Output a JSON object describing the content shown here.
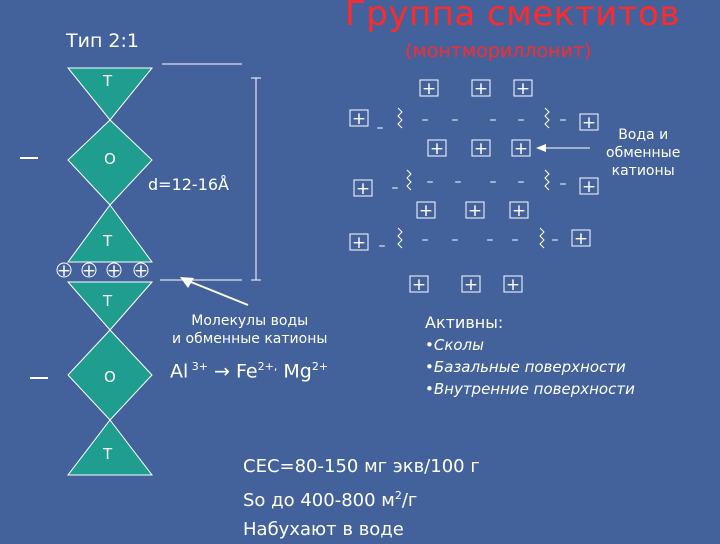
{
  "title": "Группа смектитов",
  "subtitle": "(монтмориллонит)",
  "type_label": "Тип 2:1",
  "layers": {
    "t1": "Т",
    "o1": "О",
    "t2": "Т",
    "t3": "Т",
    "o2": "О",
    "t4": "Т"
  },
  "charge_minus": "–",
  "plus": "+",
  "d_label": "d=12-16Å",
  "water_label": [
    "Вода и",
    "обменные",
    "катионы"
  ],
  "molecules_label": [
    "Молекулы воды",
    "и обменные катионы"
  ],
  "substitution": {
    "al": "Al",
    "al_sup": "3+",
    "arrow": "→",
    "fe": "Fe",
    "fe_sup": "2+",
    "sep": ",",
    "mg": "Mg",
    "mg_sup": "2+"
  },
  "active": {
    "heading": "Активны:",
    "items": [
      "•Сколы",
      "•Базальные поверхности",
      "•Внутренние поверхности"
    ]
  },
  "props": {
    "cec": "CEC=80-150 мг экв/100 г",
    "so_pre": "So до 400-800 м",
    "so_sup": "2",
    "so_post": "/г",
    "swell": "Набухают в воде"
  },
  "colors": {
    "background": "#43629c",
    "tetra_fill": "#1f9d8f",
    "title_red": "#ff2a2a"
  }
}
